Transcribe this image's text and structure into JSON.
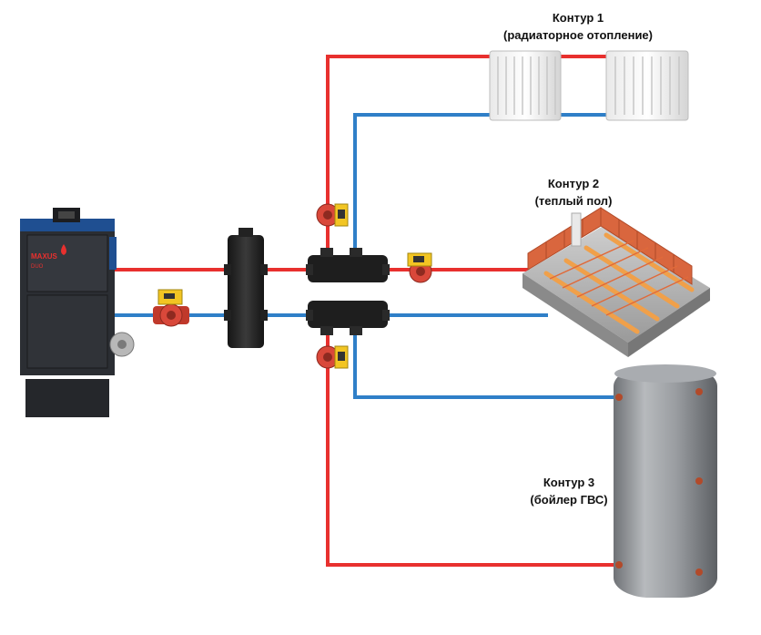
{
  "colors": {
    "supply_pipe": "#e8302e",
    "return_pipe": "#2f7fc8",
    "boiler_body": "#2b2e33",
    "boiler_top": "#1f4f91",
    "tank": "#8c8f93",
    "floor_tiles": "#d9663e",
    "heating_strip": "#f0a04a",
    "pump_body": "#c0392b",
    "pump_box": "#f2c523"
  },
  "icons": [
    "solid-fuel-boiler-icon",
    "hydraulic-separator-icon",
    "manifold-icon",
    "circulation-pump-icon",
    "radiator-icon",
    "underfloor-heating-icon",
    "dhw-tank-icon"
  ],
  "boiler": {
    "brand": "MAXUS",
    "model": "DUO"
  },
  "circuit1": {
    "title": "Контур 1",
    "subtitle": "(радиаторное отопление)"
  },
  "circuit2": {
    "title": "Контур 2",
    "subtitle": "(теплый пол)"
  },
  "circuit3": {
    "title": "Контур 3",
    "subtitle": "(бойлер ГВС)"
  }
}
